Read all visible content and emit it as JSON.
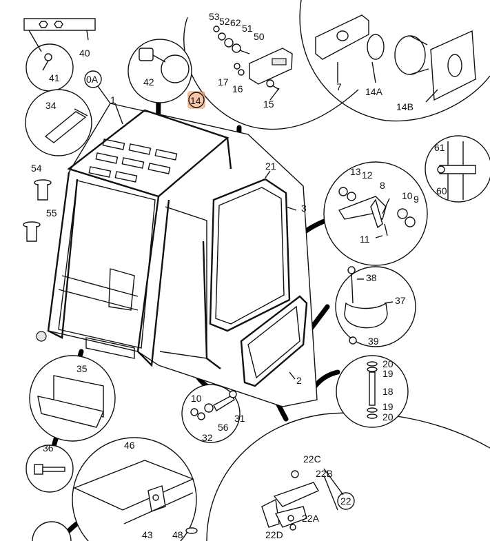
{
  "labels": {
    "l53": "53",
    "l52": "52",
    "l62": "62",
    "l51": "51",
    "l50": "50",
    "l17": "17",
    "l16": "16",
    "l15": "15",
    "l14": "14",
    "l7": "7",
    "l14a": "14A",
    "l14b": "14B",
    "l40": "40",
    "l41": "41",
    "l42": "42",
    "l0a": "0A",
    "l1": "1",
    "l34": "34",
    "l54": "54",
    "l55": "55",
    "l21": "21",
    "l3": "3",
    "l13": "13",
    "l12": "12",
    "l8": "8",
    "l10a": "10",
    "l9": "9",
    "l11": "11",
    "l61": "61",
    "l60": "60",
    "l38": "38",
    "l37": "37",
    "l39": "39",
    "l20a": "20",
    "l19a": "19",
    "l18": "18",
    "l19b": "19",
    "l20b": "20",
    "l2": "2",
    "l35": "35",
    "l36": "36",
    "l10b": "10",
    "l31": "31",
    "l56": "56",
    "l32": "32",
    "l46": "46",
    "l43": "43",
    "l48": "48",
    "l22c": "22C",
    "l22b": "22B",
    "l22": "22",
    "l22a": "22A",
    "l22d": "22D"
  },
  "colors": {
    "line": "#111111",
    "highlight": "#f3a978",
    "background": "#ffffff"
  },
  "highlighted_part": "14"
}
